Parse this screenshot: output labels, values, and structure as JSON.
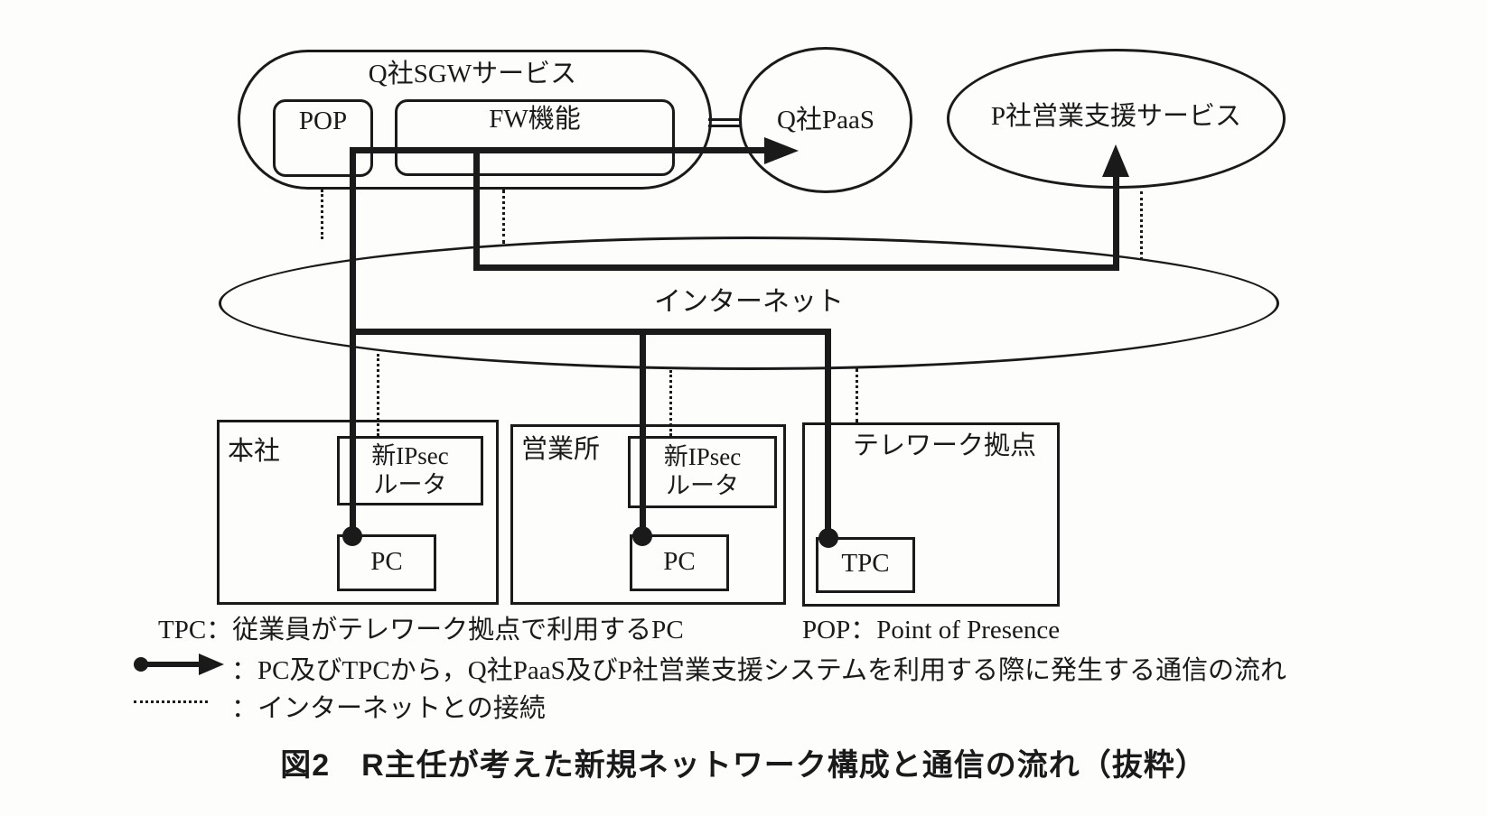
{
  "nodes": {
    "sgw_service": "Q社SGWサービス",
    "pop": "POP",
    "fw": "FW機能",
    "q_paas": "Q社PaaS",
    "p_service": "P社営業支援サービス",
    "internet": "インターネット"
  },
  "sites": {
    "honsha": {
      "label": "本社",
      "router_line1": "新IPsec",
      "router_line2": "ルータ",
      "device": "PC"
    },
    "eigyosho": {
      "label": "営業所",
      "router_line1": "新IPsec",
      "router_line2": "ルータ",
      "device": "PC"
    },
    "telework": {
      "label": "テレワーク拠点",
      "device": "TPC"
    }
  },
  "legend": {
    "tpc_def": "TPC：従業員がテレワーク拠点で利用するPC",
    "pop_def": "POP：Point of Presence",
    "flow_def": "：PC及びTPCから，Q社PaaS及びP社営業支援システムを利用する際に発生する通信の流れ",
    "dotted_def": "：インターネットとの接続"
  },
  "caption": "図2　R主任が考えた新規ネットワーク構成と通信の流れ（抜粋）",
  "colors": {
    "line": "#1a1a1a",
    "background": "#ffffff"
  }
}
